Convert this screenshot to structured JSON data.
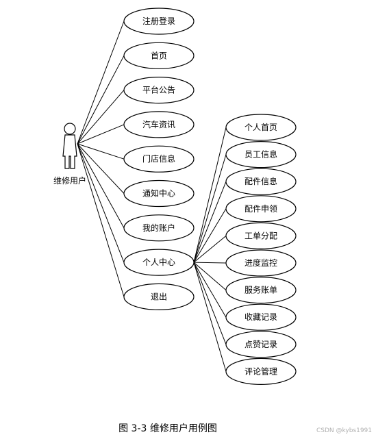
{
  "actor": {
    "label": "维修用户"
  },
  "main_use_cases": [
    "注册登录",
    "首页",
    "平台公告",
    "汽车资讯",
    "门店信息",
    "通知中心",
    "我的账户",
    "个人中心",
    "退出"
  ],
  "hub_use_case": "个人中心",
  "sub_use_cases": [
    "个人首页",
    "员工信息",
    "配件信息",
    "配件申领",
    "工单分配",
    "进度监控",
    "服务账单",
    "收藏记录",
    "点赞记录",
    "评论管理"
  ],
  "caption": "图 3-3  维修用户用例图",
  "watermark": "CSDN @kybs1991"
}
